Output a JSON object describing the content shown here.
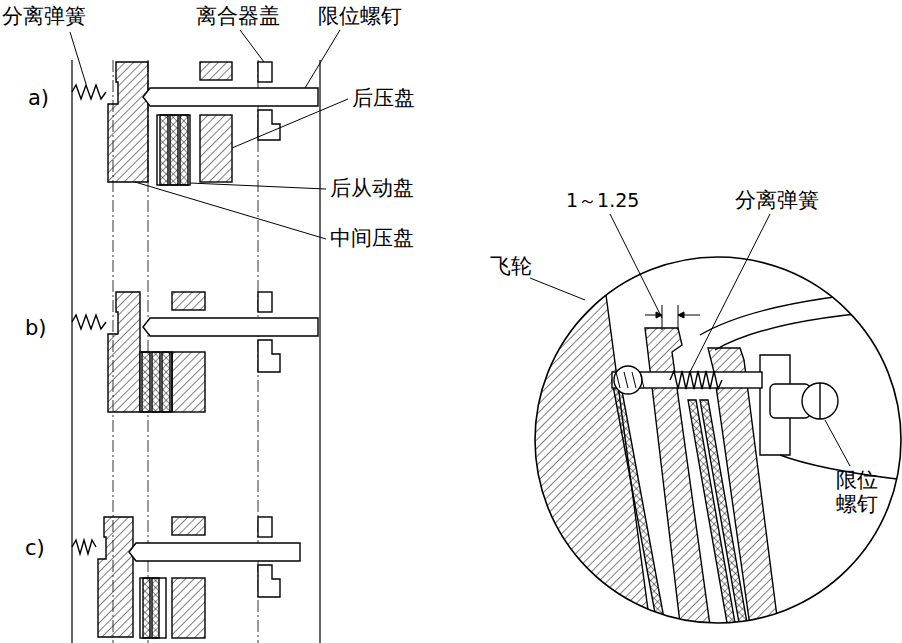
{
  "diagram": {
    "labels": [
      "分离弹簧",
      "离合器盖",
      "限位螺钉",
      "a)",
      "后压盘",
      "后从动盘",
      "中间压盘",
      "b)",
      "c)",
      "1～1.25",
      "分离弹簧",
      "飞轮",
      "限位 螺钉"
    ]
  }
}
